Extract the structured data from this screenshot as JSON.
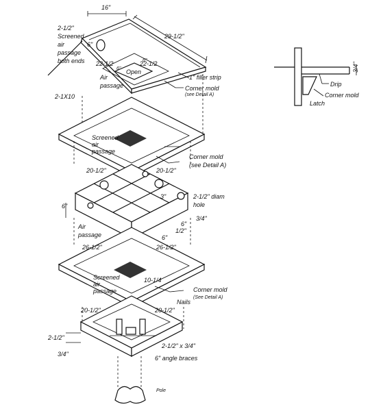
{
  "labels": {
    "top_width": "16\"",
    "top_length": "29-1/2\"",
    "screened_air_passage_both_ends": [
      "2-1/2\"",
      "Screened",
      "air",
      "passage",
      "both ends"
    ],
    "hole_6": "6\"",
    "dim_22_a": "22-1/2",
    "dim_22_b": "22-1/2",
    "open": "Open",
    "dim_6_a": "6\"",
    "dim_6_b": "6\"",
    "air_passage_top": [
      "Air",
      "passage"
    ],
    "filler_strip": "1\" filler strip",
    "corner_mold_a": [
      "Corner mold",
      "(see Detail A)"
    ],
    "two_by_ten": "2-1X10",
    "screened_air_passage_mid": [
      "Screened",
      "air",
      "passage"
    ],
    "dim_2012_left": "20-1/2\"",
    "dim_2012_right": "20-1/2\"",
    "corner_mold_b": [
      "Corner mold",
      "(see Detail A)"
    ],
    "dim_3": "3\"",
    "hole_diam": [
      "2-1/2\" diam",
      "hole"
    ],
    "dim_6_side": "6\"",
    "dim_34_a": "3/4\"",
    "dim_6_c": "6\"",
    "dim_12": "1/2\"",
    "dim_6_d": "6\"",
    "air_passage_box": [
      "Air",
      "passage"
    ],
    "dim_2612_left": "26-1/2\"",
    "dim_2612_right": "26-1/2\"",
    "screened_air_passage_low": [
      "Screened",
      "air",
      "passage"
    ],
    "dim_1014": "10-1/4",
    "corner_mold_c": [
      "Corner mold",
      "(See Detail A)"
    ],
    "nails": "Nails",
    "dim_2012_left_b": "20-1/2\"",
    "dim_2012_right_b": "20-1/2\"",
    "dim_212": "2-1/2\"",
    "dim_34_b": "3/4\"",
    "dim_212x34": "2-1/2\" x 3/4\"",
    "angle_braces": "6\" angle braces",
    "pole": "Pole",
    "detail_34": "3/4\"",
    "drip": "Drip",
    "corner_mold_detail": "Corner mold",
    "latch": "Latch"
  }
}
